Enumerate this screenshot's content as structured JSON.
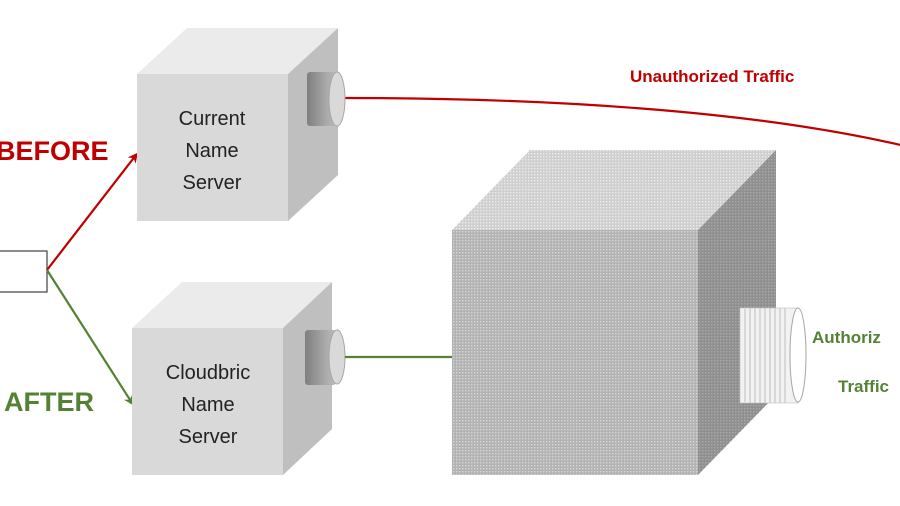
{
  "before_label": "BEFORE",
  "after_label": "AFTER",
  "current_server": {
    "line1": "Current",
    "line2": "Name",
    "line3": "Server"
  },
  "cloudbric_server": {
    "line1": "Cloudbric",
    "line2": "Name",
    "line3": "Server"
  },
  "unauthorized_label": "Unauthorized Traffic",
  "authorized_label_1": "Authoriz",
  "authorized_label_2": "Traffic",
  "colors": {
    "before": "#c00000",
    "after": "#548235",
    "box_front": "#d9d9d9",
    "box_side": "#bfbfbf",
    "box_top": "#ebebeb"
  }
}
